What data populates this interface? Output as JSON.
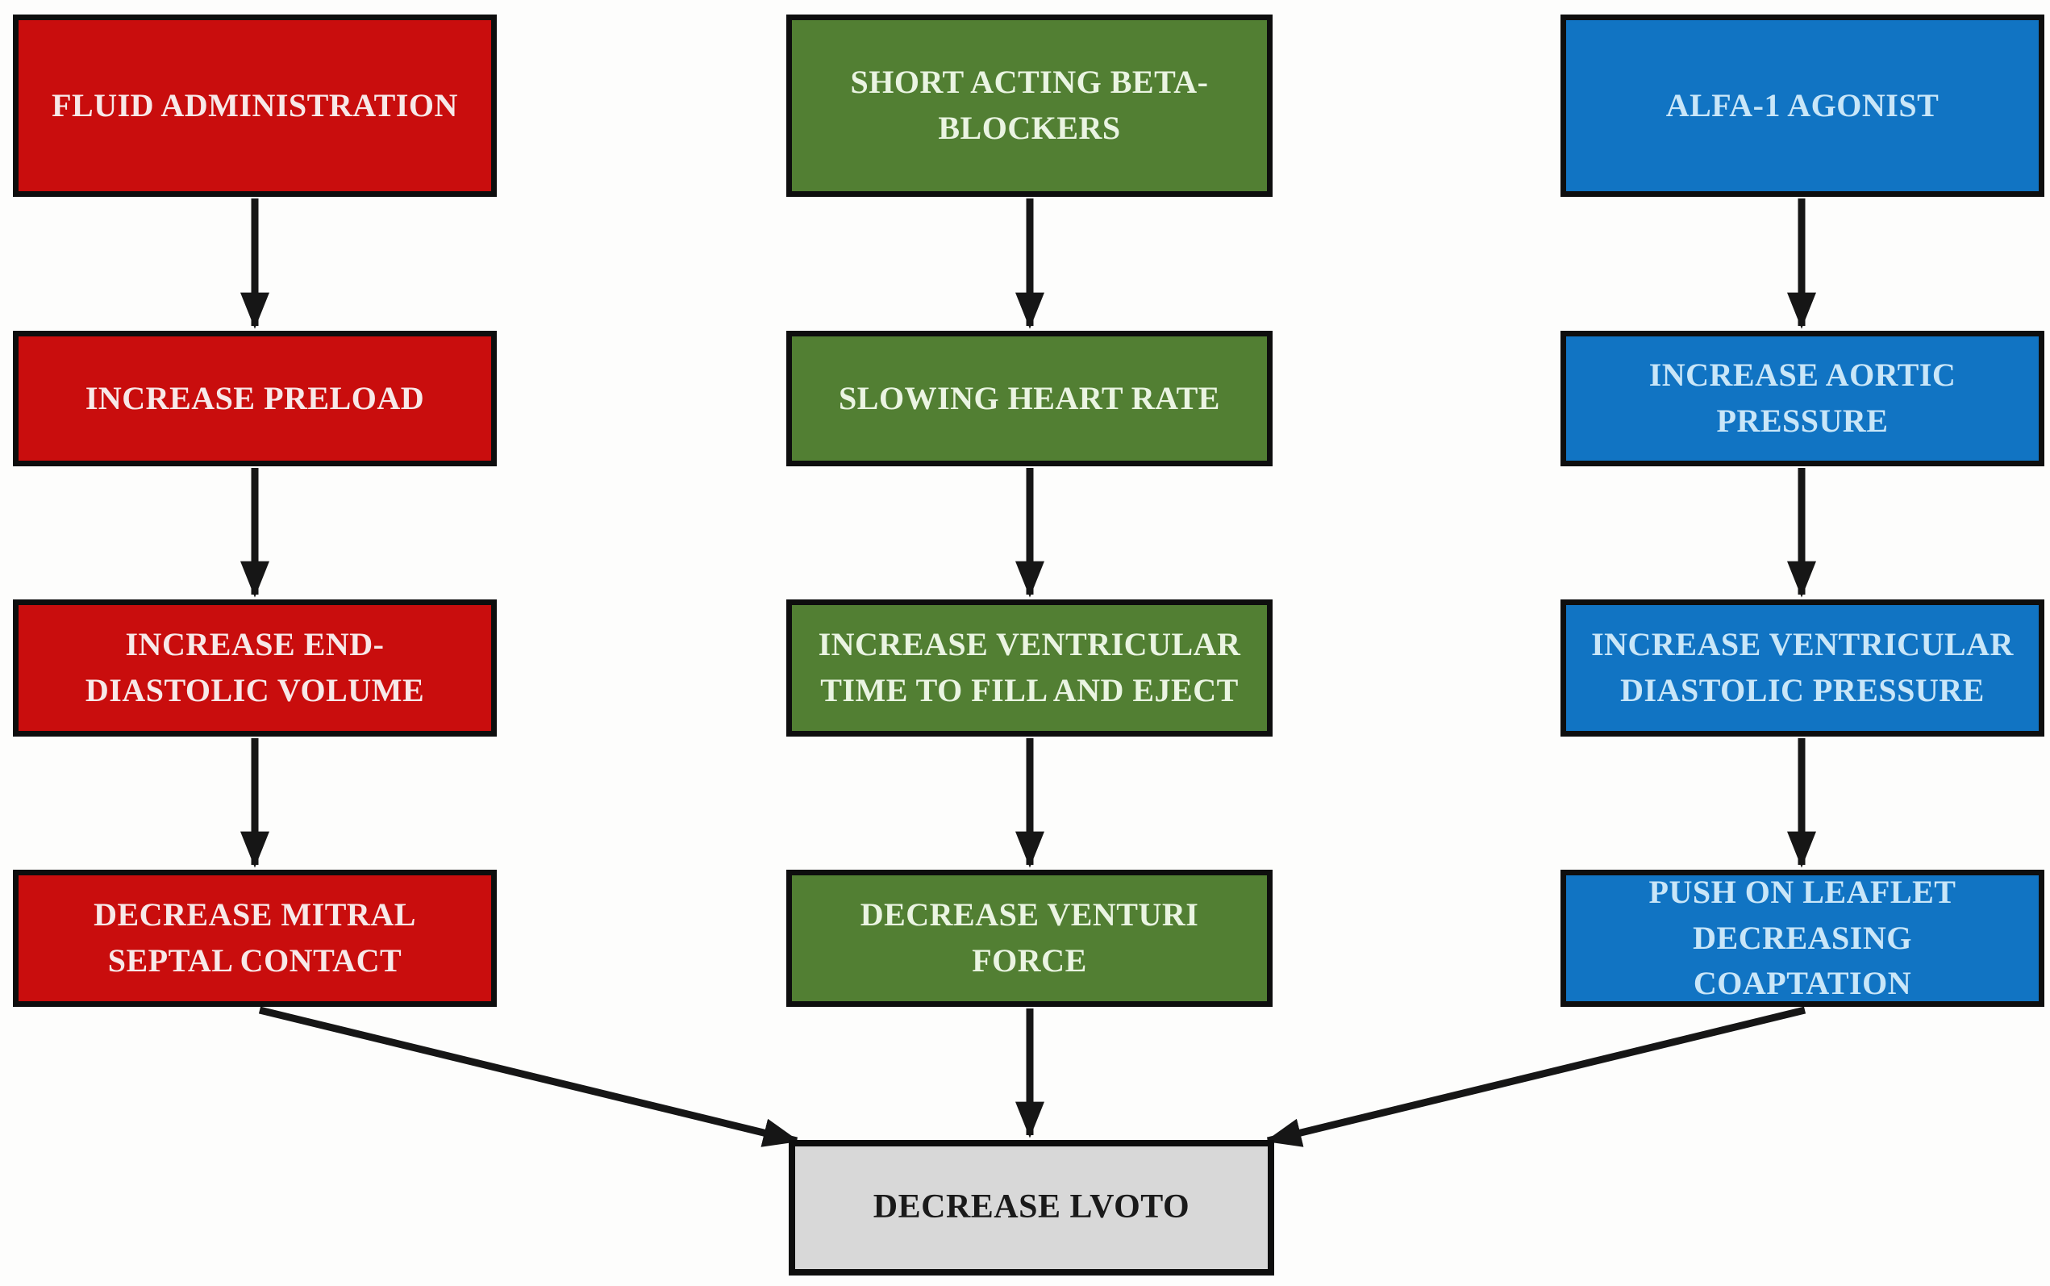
{
  "diagram": {
    "title": "",
    "border_color": "#0e0e0e",
    "arrow_color": "#161616",
    "columns": [
      {
        "id": "fluid-pathway",
        "fill": "#c90d0d",
        "text_color": "#f7e8e8",
        "boxes": [
          "FLUID ADMINISTRATION",
          "INCREASE PRELOAD",
          "INCREASE END-\nDIASTOLIC VOLUME",
          "DECREASE MITRAL\nSEPTAL CONTACT"
        ]
      },
      {
        "id": "beta-blocker-pathway",
        "fill": "#527f33",
        "text_color": "#eaf4e2",
        "boxes": [
          "SHORT ACTING BETA-\nBLOCKERS",
          "SLOWING HEART RATE",
          "INCREASE VENTRICULAR\nTIME TO FILL AND EJECT",
          "DECREASE VENTURI\nFORCE"
        ]
      },
      {
        "id": "alfa-agonist-pathway",
        "fill": "#1174c3",
        "text_color": "#c9e6f8",
        "boxes": [
          "ALFA-1 AGONIST",
          "INCREASE AORTIC\nPRESSURE",
          "INCREASE VENTRICULAR\nDIASTOLIC PRESSURE",
          "PUSH ON LEAFLET\nDECREASING\nCOAPTATION"
        ]
      }
    ],
    "result_box": {
      "label": "DECREASE LVOTO",
      "fill": "#d8d8d8",
      "text_color": "#1a1a1a"
    }
  }
}
